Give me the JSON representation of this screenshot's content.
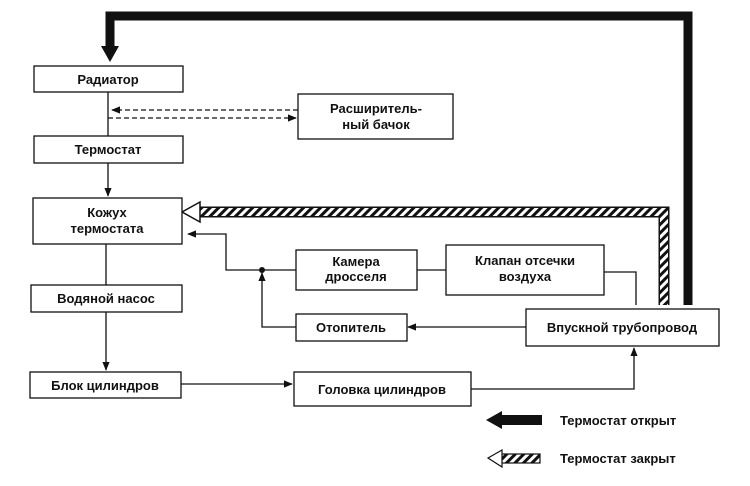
{
  "diagram": {
    "title": "Cooling system coolant flow",
    "nodes": {
      "radiator": [
        "Радиатор"
      ],
      "expansion_tank": [
        "Расширитель-",
        "ный бачок"
      ],
      "thermostat": [
        "Термостат"
      ],
      "thermostat_housing": [
        "Кожух",
        "термостата"
      ],
      "throttle_body": [
        "Камера",
        "дросселя"
      ],
      "air_valve": [
        "Клапан отсечки",
        "воздуха"
      ],
      "water_pump": [
        "Водяной насос"
      ],
      "heater": [
        "Отопитель"
      ],
      "intake_manifold": [
        "Впускной трубопровод"
      ],
      "cylinder_block": [
        "Блок цилиндров"
      ],
      "cylinder_head": [
        "Головка цилиндров"
      ]
    },
    "legend": {
      "open": "Термостат открыт",
      "closed": "Термостат закрыт"
    },
    "colors": {
      "ink": "#111111",
      "background": "#ffffff"
    }
  }
}
